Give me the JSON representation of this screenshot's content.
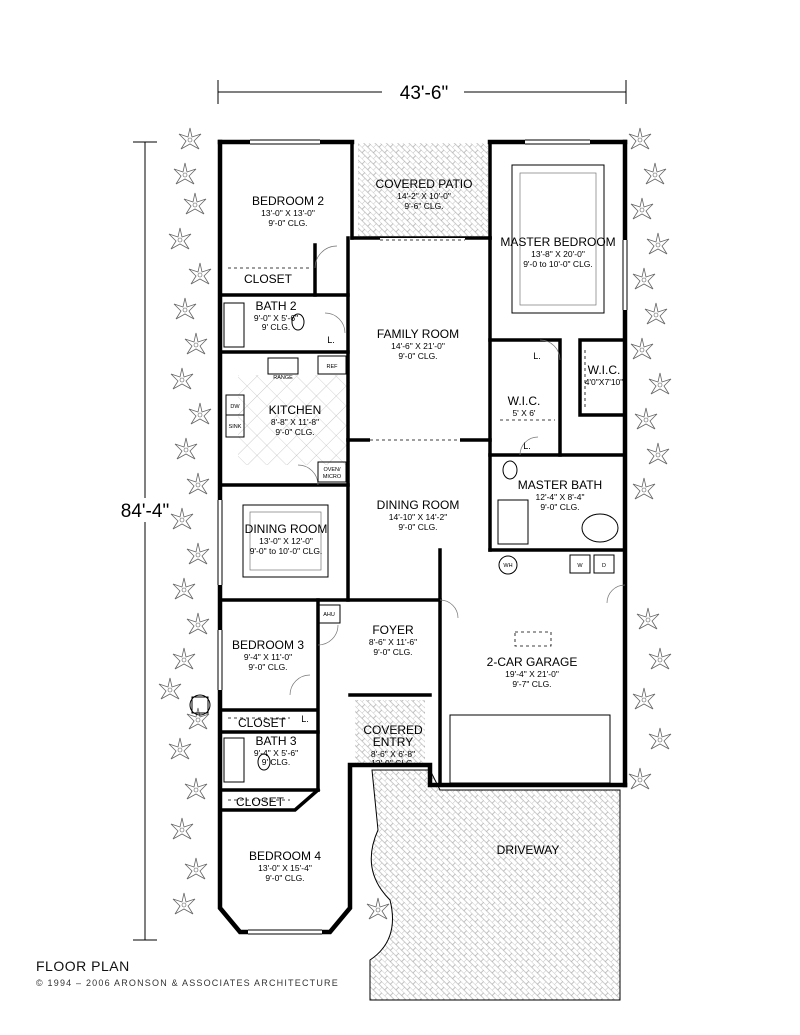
{
  "dimensions": {
    "width": "43'-6\"",
    "depth": "84'-4\""
  },
  "rooms": {
    "bedroom2": {
      "name": "BEDROOM 2",
      "size": "13'-0\" X 13'-0\"",
      "clg": "9'-0\" CLG."
    },
    "covered_patio": {
      "name": "COVERED PATIO",
      "size": "14'-2\" X 10'-0\"",
      "clg": "9'-6\" CLG."
    },
    "master_bedroom": {
      "name": "MASTER BEDROOM",
      "size": "13'-8\" X 20'-0\"",
      "clg": "9'-0 to 10'-0\" CLG."
    },
    "closet_a": {
      "name": "CLOSET"
    },
    "bath2": {
      "name": "BATH 2",
      "size": "9'-0\" X 5'-6\"",
      "clg": "9' CLG."
    },
    "family_room": {
      "name": "FAMILY ROOM",
      "size": "14'-6\" X 21'-0\"",
      "clg": "9'-0\" CLG."
    },
    "kitchen": {
      "name": "KITCHEN",
      "size": "8'-8\" X 11'-8\"",
      "clg": "9'-0\" CLG."
    },
    "wic_master": {
      "name": "W.I.C.",
      "size": "4'0\"X7'10\""
    },
    "wic_small": {
      "name": "W.I.C.",
      "size": "5' X 6'"
    },
    "master_bath": {
      "name": "MASTER BATH",
      "size": "12'-4\" X 8'-4\"",
      "clg": "9'-0\" CLG."
    },
    "dining_left": {
      "name": "DINING ROOM",
      "size": "13'-0\" X 12'-0\"",
      "clg": "9'-0\" to 10'-0\" CLG."
    },
    "dining_center": {
      "name": "DINING ROOM",
      "size": "14'-10\" X 14'-2\"",
      "clg": "9'-0\" CLG."
    },
    "bedroom3": {
      "name": "BEDROOM 3",
      "size": "9'-4\" X 11'-0\"",
      "clg": "9'-0\" CLG."
    },
    "foyer": {
      "name": "FOYER",
      "size": "8'-6\" X 11'-6\"",
      "clg": "9'-0\" CLG."
    },
    "garage": {
      "name": "2-CAR GARAGE",
      "size": "19'-4\" X 21'-0\"",
      "clg": "9'-7\" CLG."
    },
    "closet_b": {
      "name": "CLOSET"
    },
    "bath3": {
      "name": "BATH 3",
      "size": "9'-4\" X 5'-6\"",
      "clg": "9' CLG."
    },
    "covered_entry": {
      "name": "COVERED",
      "name2": "ENTRY",
      "size": "8'-6\" X 6'-8\"",
      "clg": "12'-0\" CLG."
    },
    "closet_c": {
      "name": "CLOSET"
    },
    "bedroom4": {
      "name": "BEDROOM 4",
      "size": "13'-0\" X 15'-4\"",
      "clg": "9'-0\" CLG."
    },
    "driveway": {
      "name": "DRIVEWAY"
    }
  },
  "fixtures": {
    "range": "RANGE",
    "ref": "REF",
    "dw": "DW",
    "sink": "SINK",
    "oven": "OVEN/",
    "micro": "MICRO",
    "ahu": "AHU",
    "wh": "WH",
    "w": "W",
    "d": "D",
    "linen": "L."
  },
  "title": "FLOOR PLAN",
  "copyright": "© 1994 – 2006 ARONSON & ASSOCIATES ARCHITECTURE"
}
